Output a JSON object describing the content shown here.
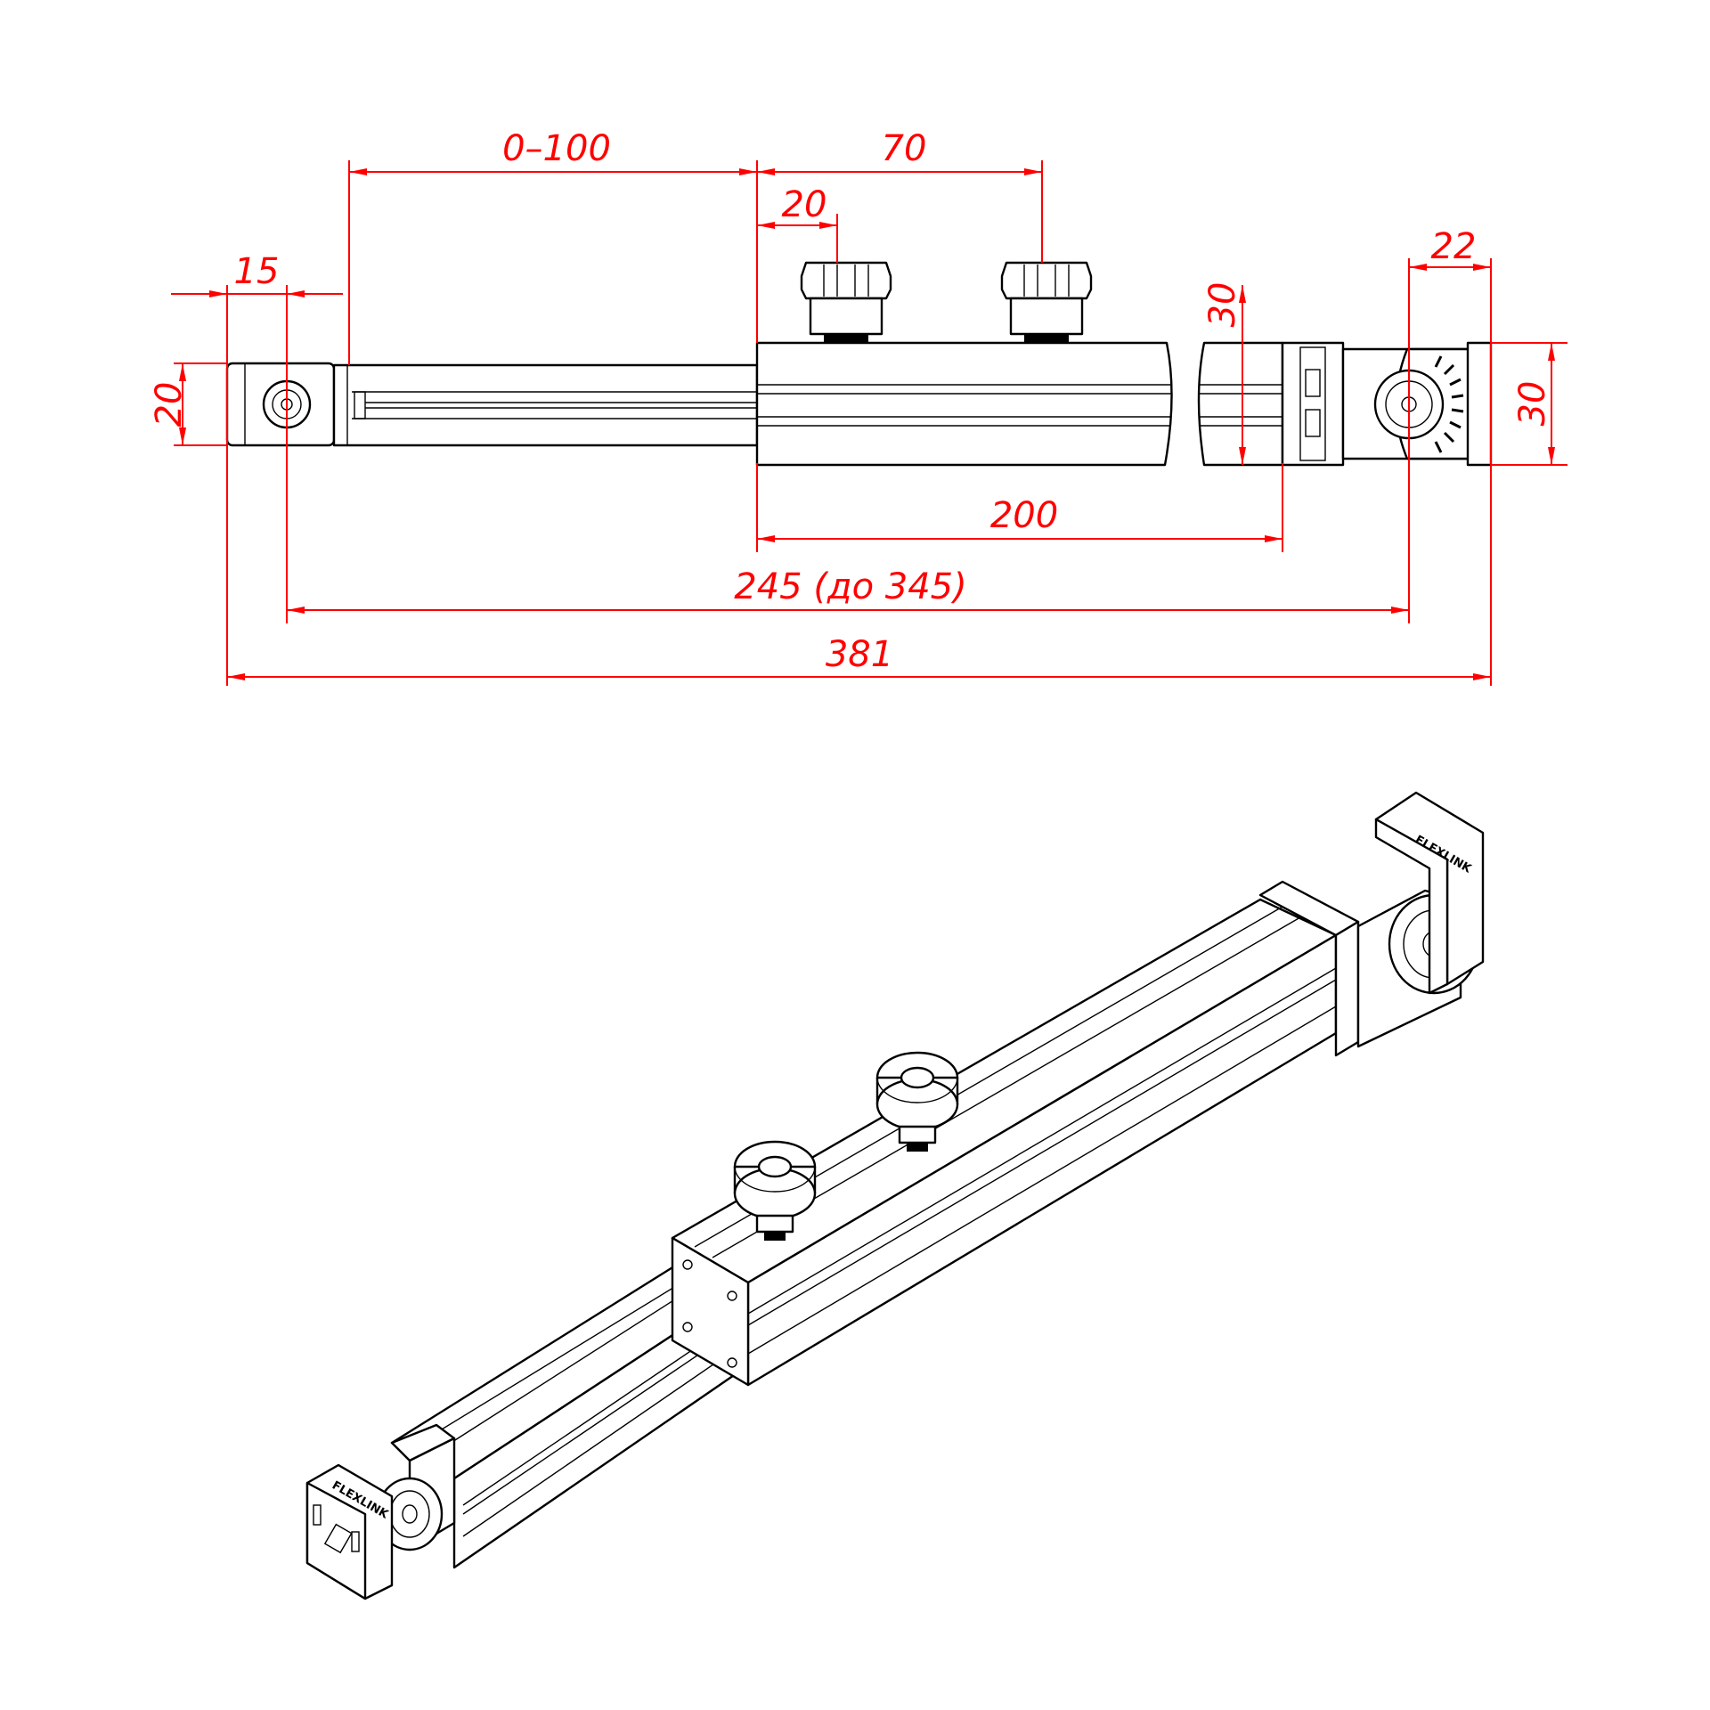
{
  "dimensions": {
    "slide_range": "0–100",
    "knob_spacing": "70",
    "knob_offset": "20",
    "left_end_offset": "15",
    "right_end_offset": "22",
    "left_height": "20",
    "body_height": "30",
    "right_height": "30",
    "body_length": "200",
    "pivot_length": "245 (до 345)",
    "overall_length": "381"
  },
  "logo_text": "FLEXLINK"
}
